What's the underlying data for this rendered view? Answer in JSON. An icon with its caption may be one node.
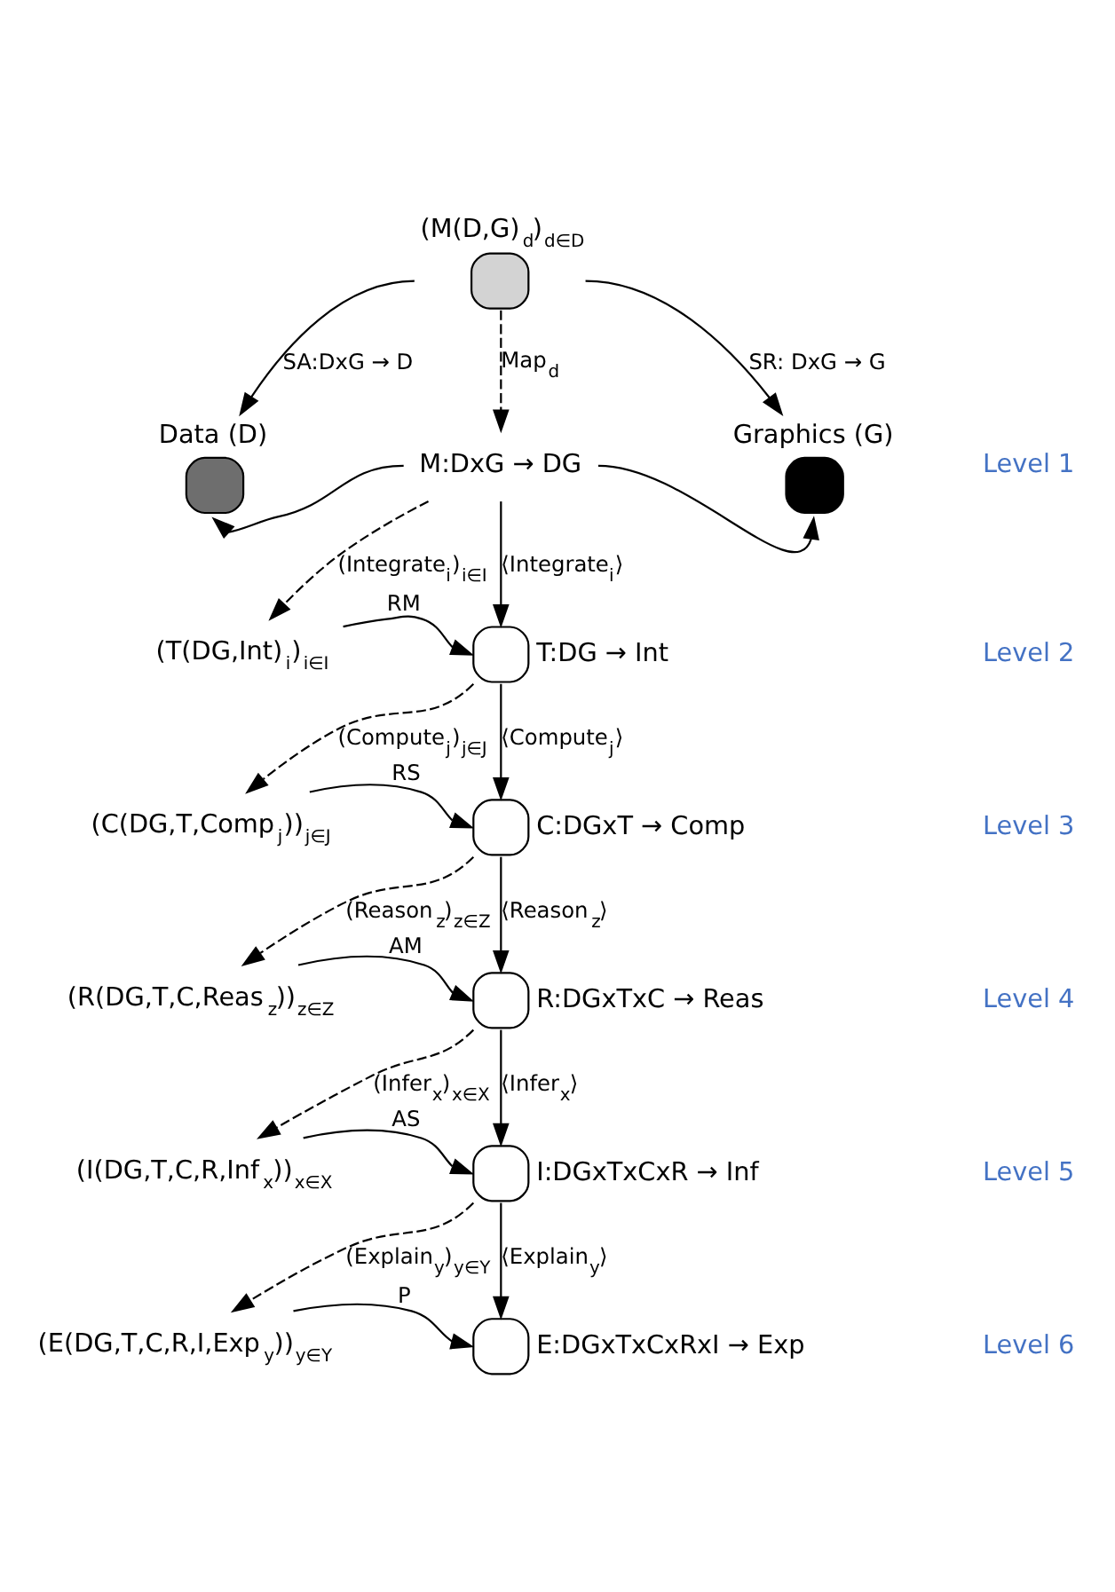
{
  "diagram": {
    "nodes": [
      {
        "text": [
          "(M(D,G)$_{d}$)$_{d∈D}$"
        ]
      },
      {
        "text": [
          "Data (D)"
        ]
      },
      {
        "text": [
          "Graphics (G)"
        ]
      },
      {
        "text": [
          "M:DxG → DG"
        ]
      },
      {
        "text": [
          "(T(DG,Int)$_{i}$)$_{i∈I}$"
        ]
      },
      {
        "text": [
          "T:DG → Int"
        ]
      },
      {
        "text": [
          "(C(DG,T,Comp$_{j}$))$_{j∈J}$"
        ]
      },
      {
        "text": [
          "C:DGxT → Comp"
        ]
      },
      {
        "text": [
          "(R(DG,T,C,Reas$_{z}$))$_{z∈Z}$"
        ]
      },
      {
        "text": [
          "R:DGxTxC → Reas"
        ]
      },
      {
        "text": [
          "(I(DG,T,C,R,Inf$_{x}$))$_{x∈X}$"
        ]
      },
      {
        "text": [
          "I:DGxTxCxR → Inf"
        ]
      },
      {
        "text": [
          "(E(DG,T,C,R,I,Exp$_{y}$))$_{y∈Y}$"
        ]
      },
      {
        "text": [
          "E:DGxTxCxRxI → Exp"
        ]
      }
    ],
    "edges": [
      {
        "from": 0,
        "to": 1,
        "arrow": "to",
        "label": "SA:DxG → D"
      },
      {
        "from": 0,
        "to": 2,
        "arrow": "to",
        "label": "SR: DxG → G"
      },
      {
        "from": 3,
        "to": 1,
        "arrow": "to"
      },
      {
        "from": 3,
        "to": 2,
        "arrow": "to"
      },
      {
        "from": 0,
        "to": 3,
        "arrow": "to",
        "style": "dashed",
        "label": "Map$_{d}$"
      },
      {
        "from": 3,
        "to": 4,
        "arrow": "to",
        "style": "dashed",
        "label": "(Integrate$_{i}$)$_{i∈I}$"
      },
      {
        "from": 3,
        "to": 5,
        "arrow": "to",
        "label": "⟨Integrate$_{i}$⟩"
      },
      {
        "from": 4,
        "to": 5,
        "arrow": "to",
        "label": "RM"
      },
      {
        "from": 5,
        "to": 6,
        "arrow": "to",
        "style": "dashed",
        "label": "(Compute$_{j}$)$_{j∈J}$"
      },
      {
        "from": 5,
        "to": 7,
        "arrow": "to",
        "label": "⟨Compute$_{j}$⟩"
      },
      {
        "from": 6,
        "to": 7,
        "arrow": "to",
        "label": "RS"
      },
      {
        "from": 7,
        "to": 8,
        "arrow": "to",
        "style": "dashed",
        "label": "(Reason$_{z}$)$_{z∈Z}$"
      },
      {
        "from": 7,
        "to": 9,
        "arrow": "to",
        "label": "⟨Reason$_{z}$⟩"
      },
      {
        "from": 8,
        "to": 9,
        "arrow": "to",
        "label": "AM"
      },
      {
        "from": 9,
        "to": 10,
        "arrow": "to",
        "style": "dashed",
        "label": "(Infer$_{x}$)$_{x∈X}$"
      },
      {
        "from": 9,
        "to": 11,
        "arrow": "to",
        "label": "⟨Infer$_{x}$⟩"
      },
      {
        "from": 10,
        "to": 11,
        "arrow": "to",
        "label": "AS"
      },
      {
        "from": 11,
        "to": 12,
        "arrow": "to",
        "style": "dashed",
        "label": "(Explain$_{y}$)$_{y∈Y}$"
      },
      {
        "from": 11,
        "to": 13,
        "arrow": "to",
        "label": "⟨Explain$_{y}$⟩"
      },
      {
        "from": 12,
        "to": 13,
        "arrow": "to",
        "label": "P"
      }
    ],
    "labels": [
      "Level 1",
      "Level 2",
      "Level 3",
      "Level 4",
      "Level 5",
      "Level 6"
    ]
  }
}
